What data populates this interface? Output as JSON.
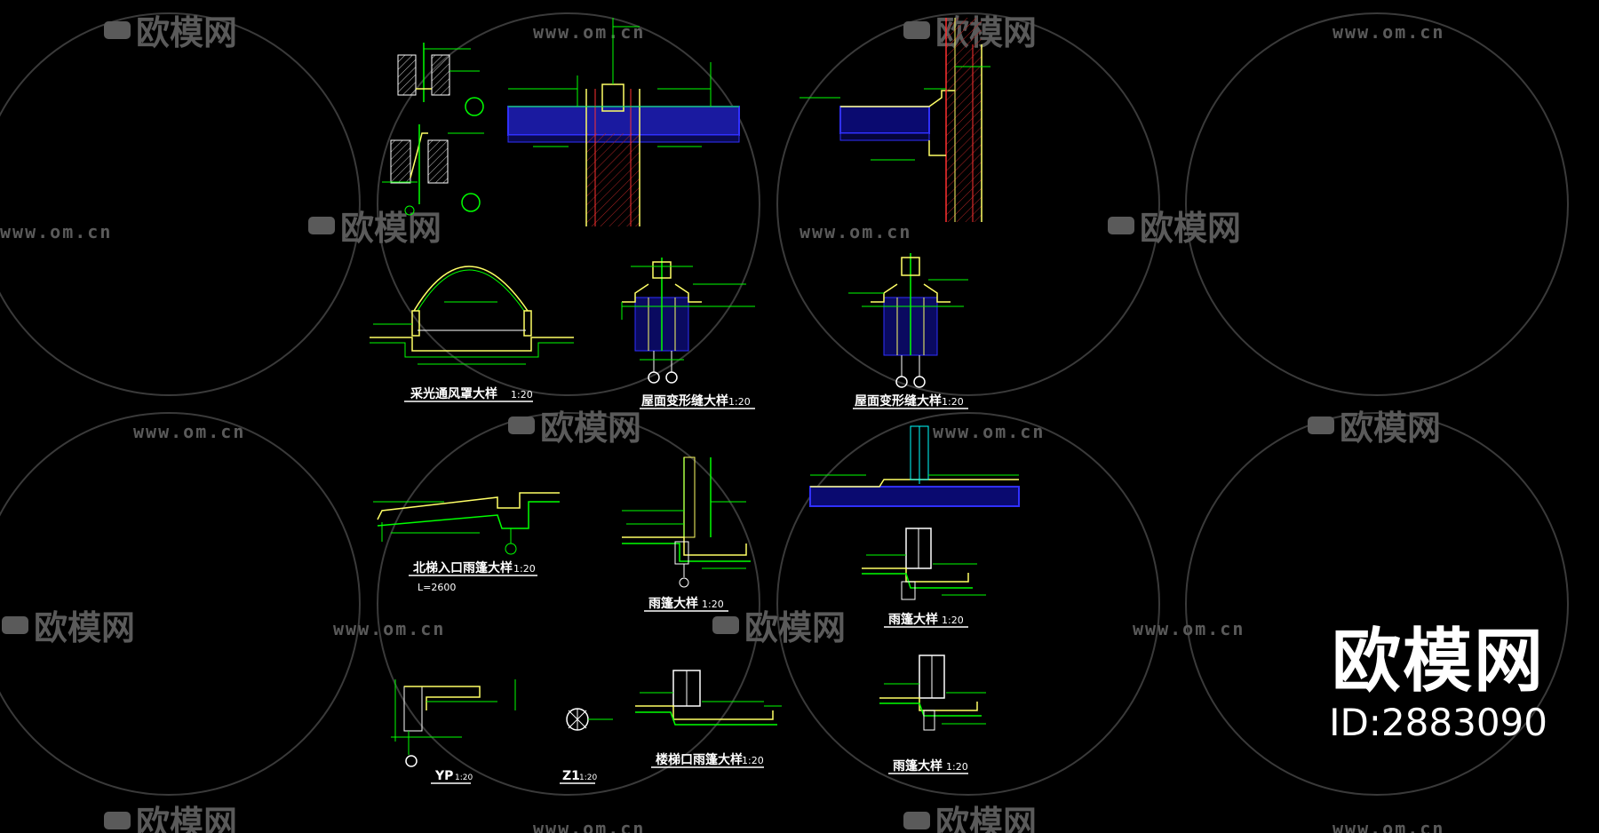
{
  "watermark": {
    "text": "欧模网",
    "url": "www.om.cn",
    "color": "#5a5a5a"
  },
  "brand": {
    "name": "欧模网",
    "id": "ID:2883090",
    "color": "#ffffff"
  },
  "colors": {
    "background": "#000000",
    "line_green": "#00ff00",
    "line_yellow": "#ffff66",
    "line_blue": "#3030ff",
    "line_red": "#ff3030",
    "text_white": "#ffffff",
    "line_cyan": "#00ffff"
  },
  "details": [
    {
      "id": "skylight",
      "title": "采光通风罩大样",
      "scale": "1:20"
    },
    {
      "id": "roof-joint-1",
      "title": "屋面变形缝大样",
      "scale": "1:20"
    },
    {
      "id": "roof-joint-2",
      "title": "屋面变形缝大样",
      "scale": "1:20"
    },
    {
      "id": "stair-canopy-north",
      "title": "北梯入口雨篷大样",
      "scale": "1:20",
      "note": "L=2600"
    },
    {
      "id": "canopy-1",
      "title": "雨篷大样",
      "scale": "1:20"
    },
    {
      "id": "canopy-2",
      "title": "雨篷大样",
      "scale": "1:20"
    },
    {
      "id": "yp",
      "title": "YP",
      "scale": "1:20"
    },
    {
      "id": "z1",
      "title": "Z1",
      "scale": "1:20"
    },
    {
      "id": "stair-canopy",
      "title": "楼梯口雨篷大样",
      "scale": "1:20"
    },
    {
      "id": "canopy-3",
      "title": "雨篷大样",
      "scale": "1:20"
    }
  ]
}
